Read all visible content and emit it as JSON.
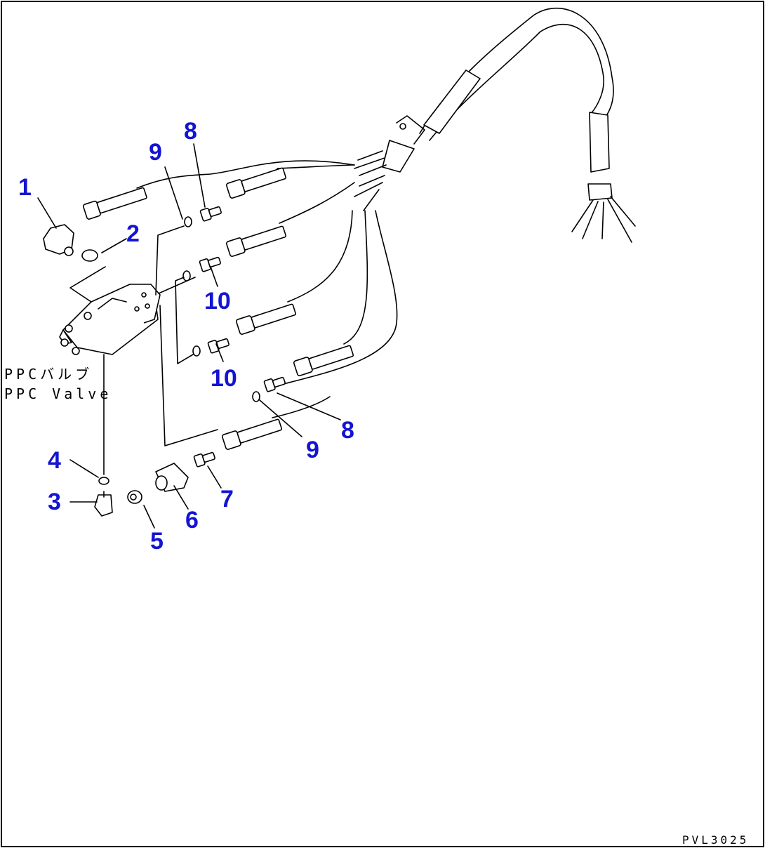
{
  "diagram": {
    "drawing_code": "PVL3025",
    "component_label_jp": "PPCバルブ",
    "component_label_en": "PPC Valve",
    "callouts": [
      {
        "id": "c1",
        "text": "1"
      },
      {
        "id": "c2",
        "text": "2"
      },
      {
        "id": "c3",
        "text": "3"
      },
      {
        "id": "c4",
        "text": "4"
      },
      {
        "id": "c5",
        "text": "5"
      },
      {
        "id": "c6",
        "text": "6"
      },
      {
        "id": "c7",
        "text": "7"
      },
      {
        "id": "c8a",
        "text": "8"
      },
      {
        "id": "c8b",
        "text": "8"
      },
      {
        "id": "c9a",
        "text": "9"
      },
      {
        "id": "c9b",
        "text": "9"
      },
      {
        "id": "c10a",
        "text": "10"
      },
      {
        "id": "c10b",
        "text": "10"
      }
    ]
  }
}
